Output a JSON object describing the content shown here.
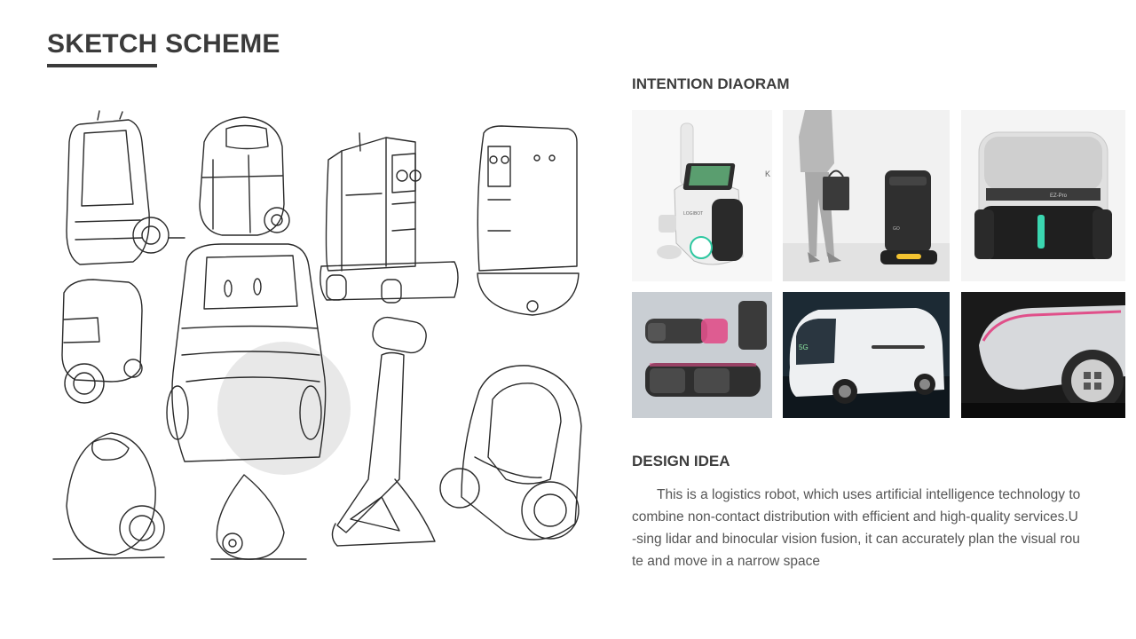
{
  "page": {
    "title": "SKETCH SCHEME"
  },
  "intention": {
    "heading": "INTENTION DIAORAM",
    "images": [
      {
        "name": "white-kiosk-robot",
        "label": "LOGIBOT",
        "side_mark": "K"
      },
      {
        "name": "walking-person-with-robot",
        "label": "GO"
      },
      {
        "name": "ez-pro-front-view",
        "label": "EZ-Pro"
      },
      {
        "name": "grey-dark-robot-models",
        "label": ""
      },
      {
        "name": "white-autonomous-van",
        "label": "5G"
      },
      {
        "name": "vehicle-wheel-closeup",
        "label": ""
      }
    ]
  },
  "design": {
    "heading": "DESIGN IDEA",
    "lines": [
      "This is a logistics robot, which uses artificial intelligence technology to",
      "combine non-contact distribution with efficient and high-quality services.U",
      "-sing lidar and binocular vision fusion, it can accurately plan the visual rou",
      "te and move in a narrow space"
    ]
  },
  "colors": {
    "heading": "#3b3b3b",
    "body_text": "#555555",
    "accent_teal": "#3ad6b0",
    "accent_pink": "#e0508a",
    "accent_yellow": "#f2c230"
  }
}
